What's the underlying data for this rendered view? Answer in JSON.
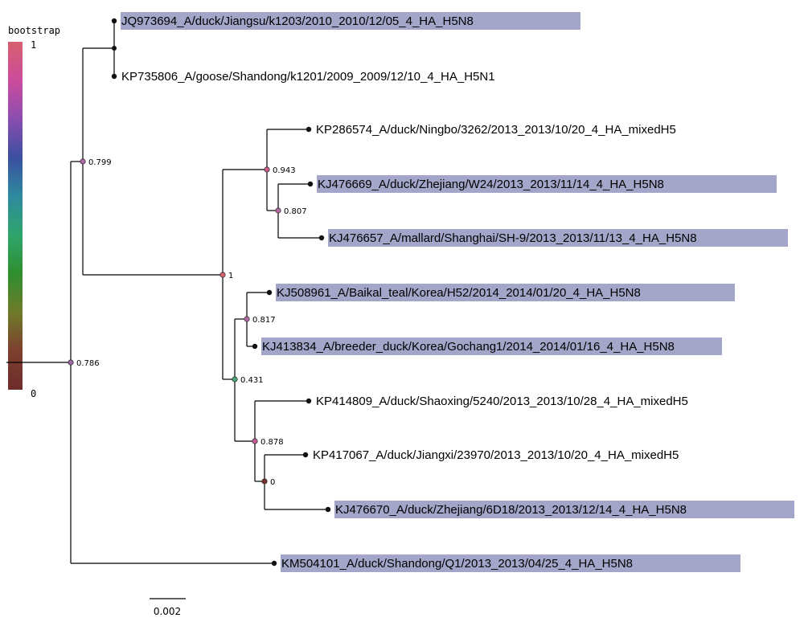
{
  "legend": {
    "title": "bootstrap",
    "max_label": "1",
    "min_label": "0",
    "gradient_colors": [
      "#d6606e",
      "#cc4c9c",
      "#8a4db0",
      "#3a4fa0",
      "#2e8a9e",
      "#2fa56b",
      "#2f8f2f",
      "#6f7a2a",
      "#7d3f2e",
      "#6e2c2c"
    ]
  },
  "scale_bar": {
    "label": "0.002",
    "value": 0.002
  },
  "highlight_color": "#a3a6c9",
  "leaves": [
    {
      "id": "JQ973694",
      "label": "JQ973694_A/duck/Jiangsu/k1203/2010_2010/12/05_4_HA_H5N8",
      "highlighted": true
    },
    {
      "id": "KP735806",
      "label": "KP735806_A/goose/Shandong/k1201/2009_2009/12/10_4_HA_H5N1",
      "highlighted": false
    },
    {
      "id": "KP286574",
      "label": "KP286574_A/duck/Ningbo/3262/2013_2013/10/20_4_HA_mixedH5",
      "highlighted": false
    },
    {
      "id": "KJ476669",
      "label": "KJ476669_A/duck/Zhejiang/W24/2013_2013/11/14_4_HA_H5N8",
      "highlighted": true
    },
    {
      "id": "KJ476657",
      "label": "KJ476657_A/mallard/Shanghai/SH-9/2013_2013/11/13_4_HA_H5N8",
      "highlighted": true
    },
    {
      "id": "KJ508961",
      "label": "KJ508961_A/Baikal_teal/Korea/H52/2014_2014/01/20_4_HA_H5N8",
      "highlighted": true
    },
    {
      "id": "KJ413834",
      "label": "KJ413834_A/breeder_duck/Korea/Gochang1/2014_2014/01/16_4_HA_H5N8",
      "highlighted": true
    },
    {
      "id": "KP414809",
      "label": "KP414809_A/duck/Shaoxing/5240/2013_2013/10/28_4_HA_mixedH5",
      "highlighted": false
    },
    {
      "id": "KP417067",
      "label": "KP417067_A/duck/Jiangxi/23970/2013_2013/10/20_4_HA_mixedH5",
      "highlighted": false
    },
    {
      "id": "KJ476670",
      "label": "KJ476670_A/duck/Zhejiang/6D18/2013_2013/12/14_4_HA_H5N8",
      "highlighted": true
    },
    {
      "id": "KM504101",
      "label": "KM504101_A/duck/Shandong/Q1/2013_2013/04/25_4_HA_H5N8",
      "highlighted": true
    }
  ],
  "internal_nodes": [
    {
      "id": "n_root",
      "support": "0.786",
      "support_value": 0.786,
      "color": "#9a6aa6"
    },
    {
      "id": "n_a",
      "support": "0.799",
      "support_value": 0.799,
      "color": "#b166a6"
    },
    {
      "id": "n_b",
      "support": "1",
      "support_value": 1,
      "color": "#d6606e"
    },
    {
      "id": "n_c",
      "support": "0.943",
      "support_value": 0.943,
      "color": "#cc5c8c"
    },
    {
      "id": "n_d",
      "support": "0.807",
      "support_value": 0.807,
      "color": "#b66aa8"
    },
    {
      "id": "n_e",
      "support": "0.817",
      "support_value": 0.817,
      "color": "#b86aa8"
    },
    {
      "id": "n_f",
      "support": "0.431",
      "support_value": 0.431,
      "color": "#4aa57a"
    },
    {
      "id": "n_g",
      "support": "0.878",
      "support_value": 0.878,
      "color": "#c45c98"
    },
    {
      "id": "n_h",
      "support": "0",
      "support_value": 0,
      "color": "#7a2f2f"
    }
  ]
}
